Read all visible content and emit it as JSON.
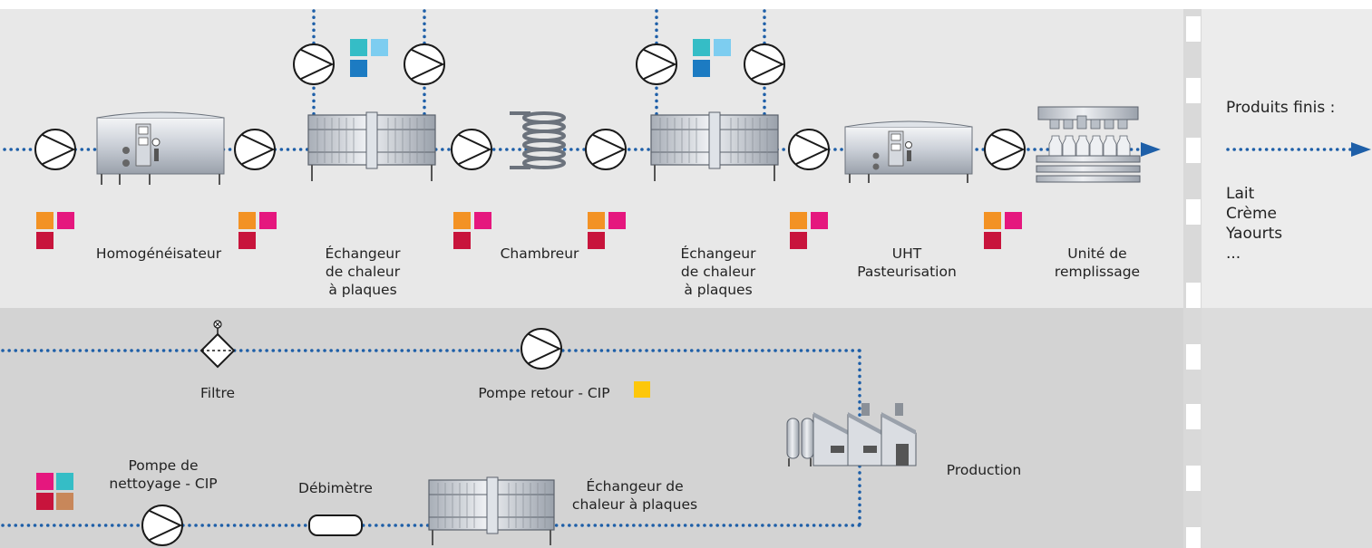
{
  "labels": {
    "homogenizer": "Homogénéisateur",
    "hx1": [
      "Échangeur",
      "de chaleur",
      "à plaques"
    ],
    "chambreur": "Chambreur",
    "hx2": [
      "Échangeur",
      "de chaleur",
      "à plaques"
    ],
    "uht": [
      "UHT",
      "Pasteurisation"
    ],
    "filling": [
      "Unité de",
      "remplissage"
    ],
    "filter": "Filtre",
    "return_pump": "Pompe retour - CIP",
    "production": "Production",
    "cleaning_pump": [
      "Pompe de",
      "nettoyage - CIP"
    ],
    "flowmeter": "Débimètre",
    "hx3": [
      "Échangeur de",
      "chaleur à plaques"
    ]
  },
  "finished_products": {
    "title": "Produits finis :",
    "items": [
      "Lait",
      "Crème",
      "Yaourts",
      "..."
    ]
  },
  "colors": {
    "upper_band": "#e8e8e8",
    "lower_band": "#d3d3d3",
    "flow_line": "#1e5fa8",
    "orange": "#f39224",
    "magenta": "#e5177e",
    "crimson": "#c8143c",
    "cyan": "#35bdc6",
    "light_blue": "#7dcdf0",
    "blue": "#1c7bc2",
    "brown": "#c8875a",
    "yellow": "#fdc70a"
  }
}
